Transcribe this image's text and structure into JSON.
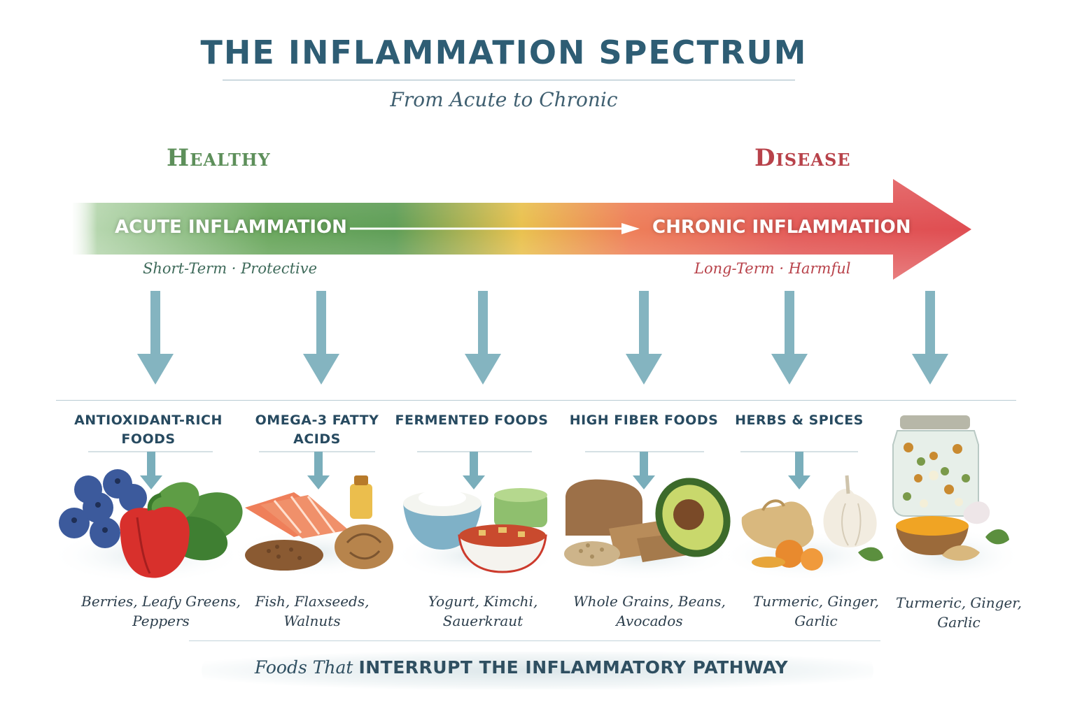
{
  "header": {
    "title": "THE INFLAMMATION SPECTRUM",
    "subtitle": "From Acute to Chronic"
  },
  "spectrum": {
    "left_pole": "Healthy",
    "right_pole": "Disease",
    "acute": {
      "label": "ACUTE INFLAMMATION",
      "sub": "Short-Term · Protective"
    },
    "chronic": {
      "label": "CHRONIC INFLAMMATION",
      "sub": "Long-Term · Harmful"
    },
    "colors": {
      "green": "#5f9e57",
      "yellow": "#e9c14e",
      "red": "#df4d52"
    }
  },
  "categories": [
    {
      "title": "ANTIOXIDANT-RICH FOODS",
      "examples": "Berries, Leafy Greens, Peppers",
      "icon": "berries-peppers-greens-illustration"
    },
    {
      "title": "OMEGA-3 FATTY ACIDS",
      "examples": "Fish, Flaxseeds, Walnuts",
      "icon": "salmon-flaxseed-walnut-illustration"
    },
    {
      "title": "FERMENTED FOODS",
      "examples": "Yogurt, Kimchi, Sauerkraut",
      "icon": "yogurt-kimchi-illustration"
    },
    {
      "title": "HIGH FIBER FOODS",
      "examples": "Whole Grains, Beans, Avocados",
      "icon": "bread-grains-avocado-illustration"
    },
    {
      "title": "HERBS & SPICES",
      "examples": "Turmeric, Ginger, Garlic",
      "icon": "ginger-turmeric-garlic-illustration"
    },
    {
      "title": "",
      "examples": "Turmeric, Ginger, Garlic",
      "icon": "spice-jar-turmeric-illustration"
    }
  ],
  "footer": {
    "lead": "Foods That",
    "emphasis": "INTERRUPT THE INFLAMMATORY PATHWAY"
  }
}
